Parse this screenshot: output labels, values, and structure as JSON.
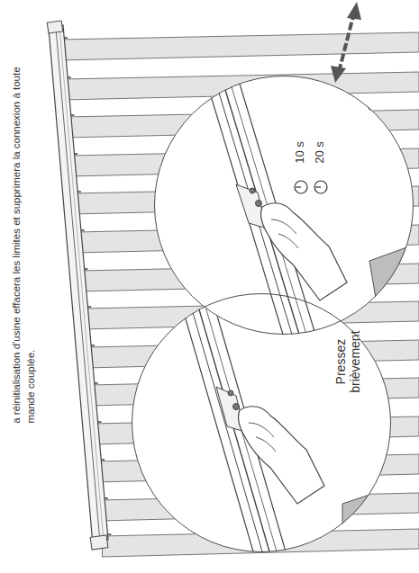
{
  "diagram": {
    "nodes": [
      {
        "text": [
          "10 s",
          "20 s"
        ]
      },
      {
        "text": [
          "Pressez brièvement"
        ]
      }
    ],
    "labels": [
      "a réinitialisation d'usine effacera les limites et supprimera la connexion à toute",
      "mande couplée."
    ]
  }
}
